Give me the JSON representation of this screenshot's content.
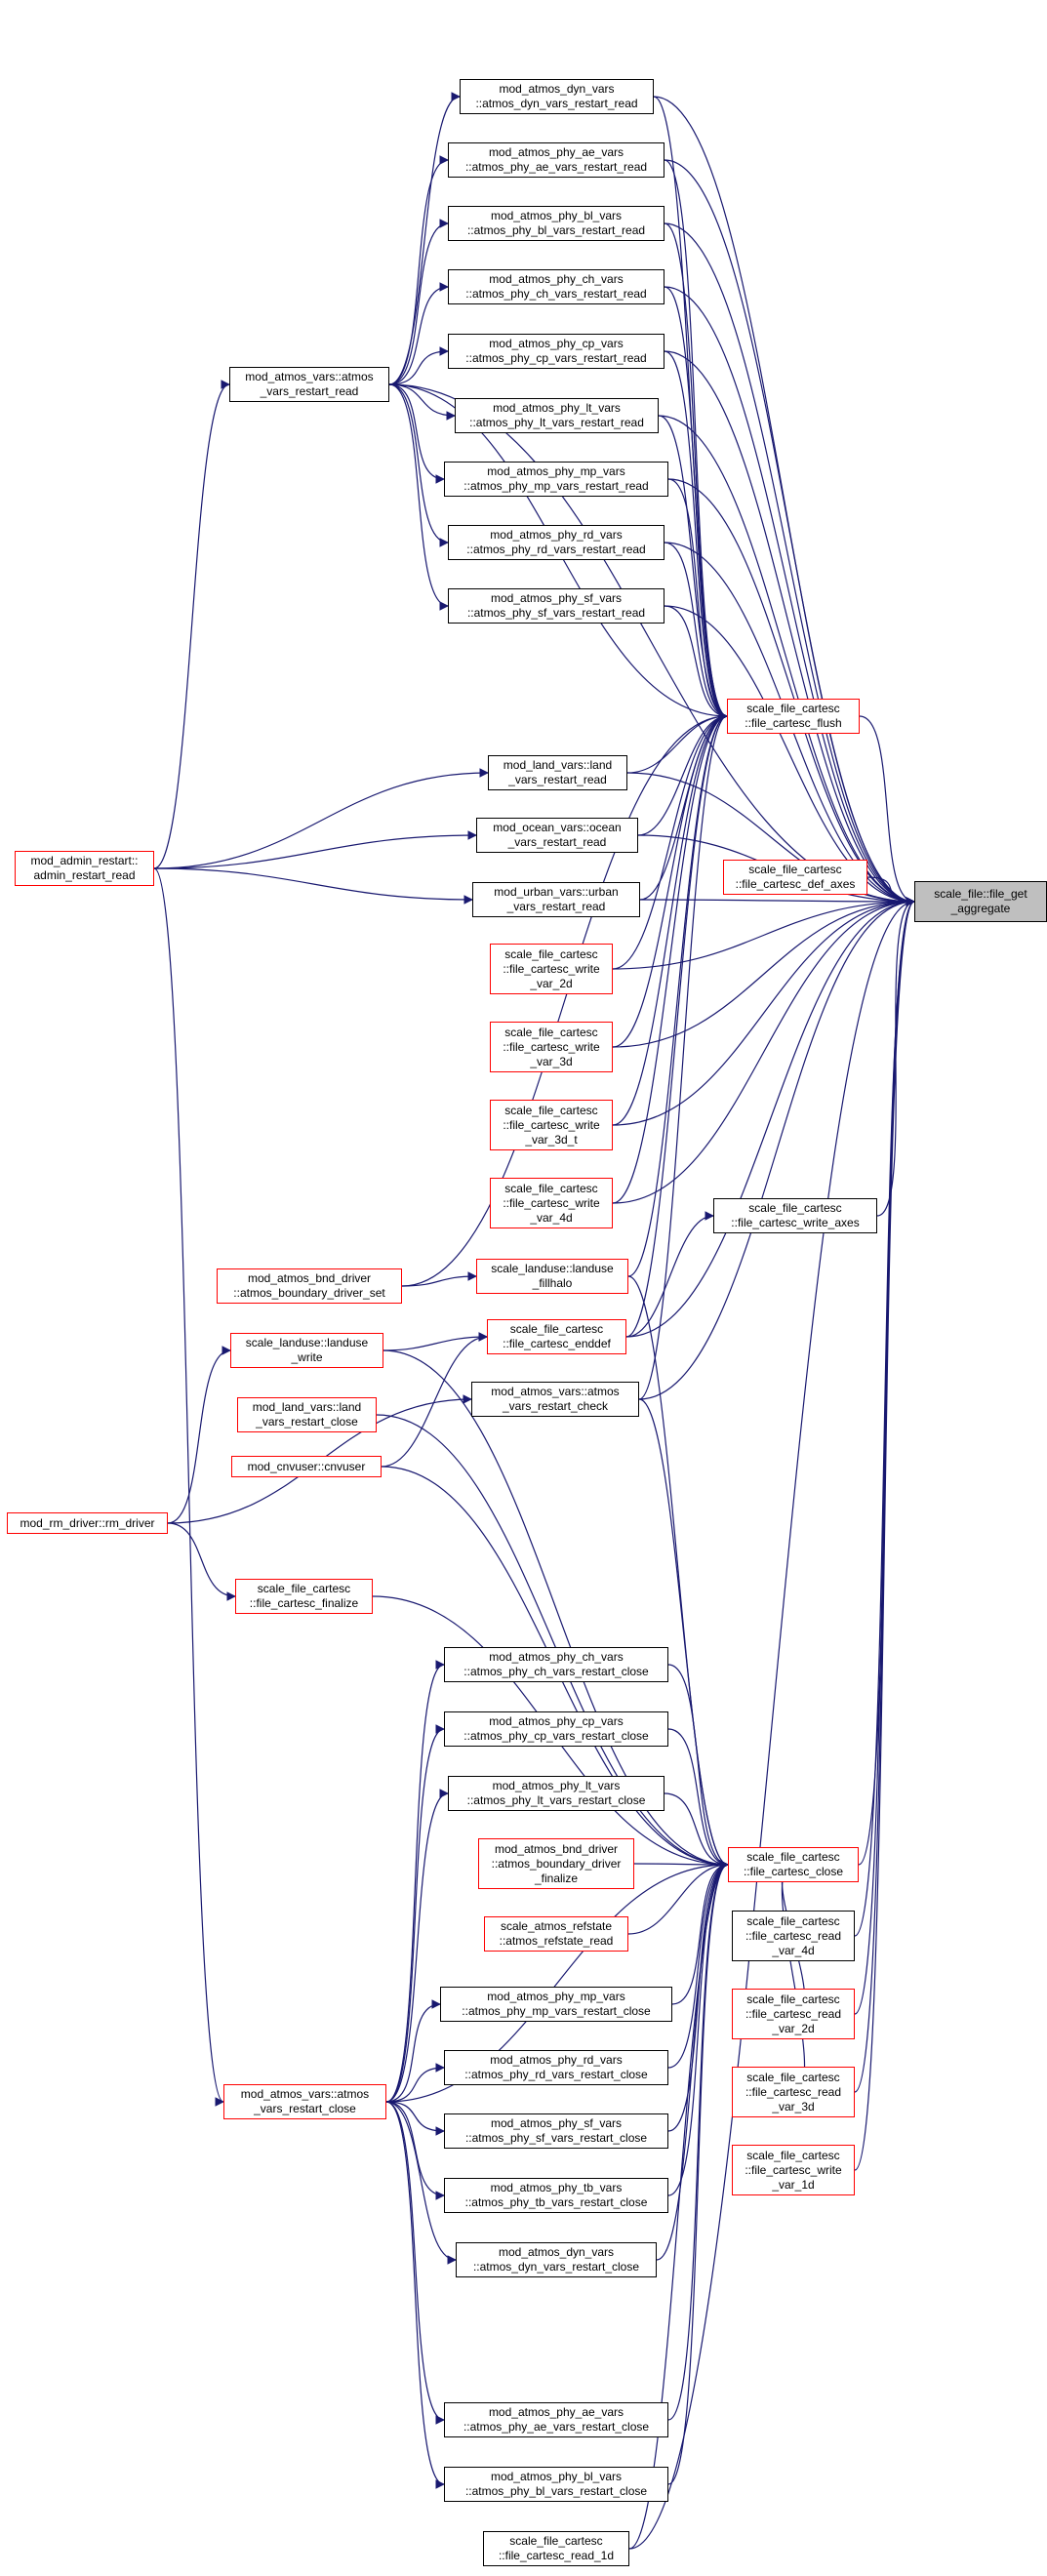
{
  "colors": {
    "edge": "#191970",
    "caller_box": "#000000",
    "incomplete_box": "#ff0000",
    "target_fill": "#bfbfbf"
  },
  "nodes": {
    "target": "scale_file::file_get\n_aggregate",
    "dyn_read": "mod_atmos_dyn_vars\n::atmos_dyn_vars_restart_read",
    "ae_read": "mod_atmos_phy_ae_vars\n::atmos_phy_ae_vars_restart_read",
    "bl_read": "mod_atmos_phy_bl_vars\n::atmos_phy_bl_vars_restart_read",
    "ch_read": "mod_atmos_phy_ch_vars\n::atmos_phy_ch_vars_restart_read",
    "cp_read": "mod_atmos_phy_cp_vars\n::atmos_phy_cp_vars_restart_read",
    "lt_read": "mod_atmos_phy_lt_vars\n::atmos_phy_lt_vars_restart_read",
    "mp_read": "mod_atmos_phy_mp_vars\n::atmos_phy_mp_vars_restart_read",
    "rd_read": "mod_atmos_phy_rd_vars\n::atmos_phy_rd_vars_restart_read",
    "sf_read": "mod_atmos_phy_sf_vars\n::atmos_phy_sf_vars_restart_read",
    "atmos_read": "mod_atmos_vars::atmos\n_vars_restart_read",
    "flush": "scale_file_cartesc\n::file_cartesc_flush",
    "land_read": "mod_land_vars::land\n_vars_restart_read",
    "ocean_read": "mod_ocean_vars::ocean\n_vars_restart_read",
    "urban_read": "mod_urban_vars::urban\n_vars_restart_read",
    "admin": "mod_admin_restart::\nadmin_restart_read",
    "def_axes": "scale_file_cartesc\n::file_cartesc_def_axes",
    "write2d": "scale_file_cartesc\n::file_cartesc_write\n_var_2d",
    "write3d": "scale_file_cartesc\n::file_cartesc_write\n_var_3d",
    "write3dt": "scale_file_cartesc\n::file_cartesc_write\n_var_3d_t",
    "write4d": "scale_file_cartesc\n::file_cartesc_write\n_var_4d",
    "write_axes": "scale_file_cartesc\n::file_cartesc_write_axes",
    "bnd_set": "mod_atmos_bnd_driver\n::atmos_boundary_driver_set",
    "fillhalo": "scale_landuse::landuse\n_fillhalo",
    "landuse_write": "scale_landuse::landuse\n_write",
    "enddef": "scale_file_cartesc\n::file_cartesc_enddef",
    "atmos_check": "mod_atmos_vars::atmos\n_vars_restart_check",
    "land_close": "mod_land_vars::land\n_vars_restart_close",
    "cnvuser": "mod_cnvuser::cnvuser",
    "rm_driver": "mod_rm_driver::rm_driver",
    "finalize": "scale_file_cartesc\n::file_cartesc_finalize",
    "ch_close": "mod_atmos_phy_ch_vars\n::atmos_phy_ch_vars_restart_close",
    "cp_close": "mod_atmos_phy_cp_vars\n::atmos_phy_cp_vars_restart_close",
    "lt_close": "mod_atmos_phy_lt_vars\n::atmos_phy_lt_vars_restart_close",
    "bnd_finalize": "mod_atmos_bnd_driver\n::atmos_boundary_driver\n_finalize",
    "refstate": "scale_atmos_refstate\n::atmos_refstate_read",
    "close": "scale_file_cartesc\n::file_cartesc_close",
    "read4d": "scale_file_cartesc\n::file_cartesc_read\n_var_4d",
    "read2d": "scale_file_cartesc\n::file_cartesc_read\n_var_2d",
    "read3d": "scale_file_cartesc\n::file_cartesc_read\n_var_3d",
    "write1d": "scale_file_cartesc\n::file_cartesc_write\n_var_1d",
    "mp_close": "mod_atmos_phy_mp_vars\n::atmos_phy_mp_vars_restart_close",
    "rd_close": "mod_atmos_phy_rd_vars\n::atmos_phy_rd_vars_restart_close",
    "sf_close": "mod_atmos_phy_sf_vars\n::atmos_phy_sf_vars_restart_close",
    "tb_close": "mod_atmos_phy_tb_vars\n::atmos_phy_tb_vars_restart_close",
    "dyn_close": "mod_atmos_dyn_vars\n::atmos_dyn_vars_restart_close",
    "atmos_close": "mod_atmos_vars::atmos\n_vars_restart_close",
    "ae_close": "mod_atmos_phy_ae_vars\n::atmos_phy_ae_vars_restart_close",
    "bl_close": "mod_atmos_phy_bl_vars\n::atmos_phy_bl_vars_restart_close",
    "read1d": "scale_file_cartesc\n::file_cartesc_read_1d"
  },
  "edges": [
    [
      "atmos_read",
      "dyn_read"
    ],
    [
      "atmos_read",
      "ae_read"
    ],
    [
      "atmos_read",
      "bl_read"
    ],
    [
      "atmos_read",
      "ch_read"
    ],
    [
      "atmos_read",
      "cp_read"
    ],
    [
      "atmos_read",
      "lt_read"
    ],
    [
      "atmos_read",
      "mp_read"
    ],
    [
      "atmos_read",
      "rd_read"
    ],
    [
      "atmos_read",
      "sf_read"
    ],
    [
      "atmos_read",
      "flush"
    ],
    [
      "atmos_read",
      "target"
    ],
    [
      "dyn_read",
      "flush"
    ],
    [
      "ae_read",
      "flush"
    ],
    [
      "bl_read",
      "flush"
    ],
    [
      "ch_read",
      "flush"
    ],
    [
      "cp_read",
      "flush"
    ],
    [
      "lt_read",
      "flush"
    ],
    [
      "mp_read",
      "flush"
    ],
    [
      "rd_read",
      "flush"
    ],
    [
      "sf_read",
      "flush"
    ],
    [
      "dyn_read",
      "target"
    ],
    [
      "ae_read",
      "target"
    ],
    [
      "bl_read",
      "target"
    ],
    [
      "ch_read",
      "target"
    ],
    [
      "cp_read",
      "target"
    ],
    [
      "lt_read",
      "target"
    ],
    [
      "mp_read",
      "target"
    ],
    [
      "rd_read",
      "target"
    ],
    [
      "sf_read",
      "target"
    ],
    [
      "admin",
      "atmos_read"
    ],
    [
      "admin",
      "land_read"
    ],
    [
      "admin",
      "ocean_read"
    ],
    [
      "admin",
      "urban_read"
    ],
    [
      "admin",
      "atmos_close"
    ],
    [
      "land_read",
      "flush"
    ],
    [
      "ocean_read",
      "flush"
    ],
    [
      "urban_read",
      "flush"
    ],
    [
      "land_read",
      "target"
    ],
    [
      "ocean_read",
      "target"
    ],
    [
      "urban_read",
      "target"
    ],
    [
      "flush",
      "target"
    ],
    [
      "def_axes",
      "target"
    ],
    [
      "write2d",
      "flush"
    ],
    [
      "write3d",
      "flush"
    ],
    [
      "write3dt",
      "flush"
    ],
    [
      "write4d",
      "flush"
    ],
    [
      "write2d",
      "target"
    ],
    [
      "write3d",
      "target"
    ],
    [
      "write3dt",
      "target"
    ],
    [
      "write4d",
      "target"
    ],
    [
      "write_axes",
      "target"
    ],
    [
      "bnd_set",
      "flush"
    ],
    [
      "bnd_set",
      "fillhalo"
    ],
    [
      "fillhalo",
      "flush"
    ],
    [
      "fillhalo",
      "close"
    ],
    [
      "landuse_write",
      "enddef"
    ],
    [
      "landuse_write",
      "close"
    ],
    [
      "enddef",
      "write_axes"
    ],
    [
      "enddef",
      "target"
    ],
    [
      "enddef",
      "flush"
    ],
    [
      "atmos_check",
      "target"
    ],
    [
      "atmos_check",
      "flush"
    ],
    [
      "atmos_check",
      "close"
    ],
    [
      "land_close",
      "close"
    ],
    [
      "cnvuser",
      "enddef"
    ],
    [
      "cnvuser",
      "close"
    ],
    [
      "rm_driver",
      "landuse_write"
    ],
    [
      "rm_driver",
      "atmos_check"
    ],
    [
      "rm_driver",
      "finalize"
    ],
    [
      "finalize",
      "close"
    ],
    [
      "ch_close",
      "close"
    ],
    [
      "cp_close",
      "close"
    ],
    [
      "lt_close",
      "close"
    ],
    [
      "bnd_finalize",
      "close"
    ],
    [
      "refstate",
      "close"
    ],
    [
      "close",
      "target"
    ],
    [
      "read4d",
      "target"
    ],
    [
      "read2d",
      "target"
    ],
    [
      "read3d",
      "target"
    ],
    [
      "write1d",
      "target"
    ],
    [
      "read2d",
      "close"
    ],
    [
      "read3d",
      "close"
    ],
    [
      "atmos_close",
      "ch_close"
    ],
    [
      "atmos_close",
      "cp_close"
    ],
    [
      "atmos_close",
      "lt_close"
    ],
    [
      "atmos_close",
      "mp_close"
    ],
    [
      "atmos_close",
      "rd_close"
    ],
    [
      "atmos_close",
      "sf_close"
    ],
    [
      "atmos_close",
      "tb_close"
    ],
    [
      "atmos_close",
      "dyn_close"
    ],
    [
      "atmos_close",
      "ae_close"
    ],
    [
      "atmos_close",
      "bl_close"
    ],
    [
      "atmos_close",
      "close"
    ],
    [
      "mp_close",
      "close"
    ],
    [
      "rd_close",
      "close"
    ],
    [
      "sf_close",
      "close"
    ],
    [
      "tb_close",
      "close"
    ],
    [
      "dyn_close",
      "close"
    ],
    [
      "ae_close",
      "close"
    ],
    [
      "bl_close",
      "close"
    ],
    [
      "read1d",
      "target"
    ],
    [
      "read1d",
      "close"
    ]
  ]
}
